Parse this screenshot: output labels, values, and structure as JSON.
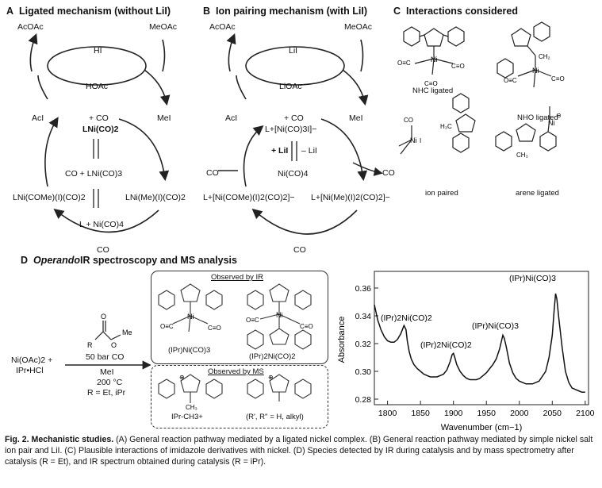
{
  "panelA": {
    "letter": "A",
    "title": "Ligated mechanism (without LiI)",
    "acoac": "AcOAc",
    "meoac": "MeOAc",
    "hi": "HI",
    "hoac": "HOAc",
    "aci": "AcI",
    "mei": "MeI",
    "plus_co": "+ CO",
    "lni_co2": "LNi(CO)2",
    "co_plus_lni_co3": "CO + LNi(CO)3",
    "lni_come": "LNi(COMe)(I)(CO)2",
    "lni_me": "LNi(Me)(I)(CO)2",
    "l_plus_ni_co4": "L + Ni(CO)4",
    "co_bottom": "CO"
  },
  "panelB": {
    "letter": "B",
    "title": "Ion pairing mechanism (with LiI)",
    "acoac": "AcOAc",
    "meoac": "MeOAc",
    "lii": "LiI",
    "lioac": "LiOAc",
    "aci": "AcI",
    "mei": "MeI",
    "plus_co": "+ CO",
    "lni_ion": "L+[Ni(CO)3I]−",
    "plus_lii": "+ LiI",
    "minus_lii": "– LiI",
    "ni_co4": "Ni(CO)4",
    "co_left": "CO",
    "co_right": "CO",
    "left_complex": "L+[Ni(COMe)(I)2(CO)2]−",
    "right_complex": "L+[Ni(Me)(I)2(CO)2]−",
    "co_bottom": "CO"
  },
  "panelC": {
    "letter": "C",
    "title": "Interactions considered",
    "nhc": "NHC ligated",
    "nho": "NHO ligated",
    "ion": "ion paired",
    "arene": "arene ligated"
  },
  "panelD": {
    "letter": "D",
    "title_italic": "Operando",
    "title_rest": " IR spectroscopy and MS analysis",
    "reactant1": "Ni(OAc)2 +",
    "reactant2": "IPr•HCl",
    "cond1": "50 bar CO",
    "cond2": "MeI",
    "cond3": "200 °C",
    "cond4": "R = Et, iPr",
    "observed_ir": "Observed by IR",
    "observed_ms": "Observed by MS",
    "ipr_ni_co3": "(IPr)Ni(CO)3",
    "ipr2_ni_co2": "(IPr)2Ni(CO)2",
    "ipr_ch3": "IPr-CH3+",
    "ralkyl": "(R', R'' = H, alkyl)"
  },
  "caption": {
    "fig": "Fig. 2. Mechanistic studies.",
    "text": " (A) General reaction pathway mediated by a ligated nickel complex. (B) General reaction pathway mediated by simple nickel salt ion pair and LiI. (C) Plausible interactions of imidazole derivatives with nickel. (D) Species detected by IR during catalysis and by mass spectrometry after catalysis (R = Et), and IR spectrum obtained during catalysis (R = iPr)."
  },
  "chart_data": {
    "type": "line",
    "xlabel": "Wavenumber (cm−1)",
    "ylabel": "Absorbance",
    "xlim": [
      1780,
      2105
    ],
    "ylim": [
      0.276,
      0.372
    ],
    "xticks": [
      1800,
      1850,
      1900,
      1950,
      2000,
      2050,
      2100
    ],
    "yticks": [
      0.28,
      0.3,
      0.32,
      0.34,
      0.36
    ],
    "series": [
      {
        "x": [
          1780,
          1785,
          1790,
          1795,
          1800,
          1805,
          1810,
          1815,
          1820,
          1825,
          1828,
          1830,
          1833,
          1836,
          1840,
          1845,
          1850,
          1855,
          1860,
          1865,
          1870,
          1875,
          1880,
          1885,
          1890,
          1895,
          1898,
          1900,
          1902,
          1905,
          1910,
          1915,
          1920,
          1925,
          1930,
          1935,
          1940,
          1945,
          1950,
          1955,
          1960,
          1965,
          1970,
          1973,
          1975,
          1977,
          1980,
          1985,
          1990,
          1995,
          2000,
          2010,
          2020,
          2030,
          2040,
          2045,
          2050,
          2053,
          2055,
          2057,
          2060,
          2065,
          2070,
          2075,
          2080,
          2085,
          2090,
          2095,
          2100
        ],
        "y": [
          0.348,
          0.337,
          0.33,
          0.325,
          0.322,
          0.321,
          0.321,
          0.323,
          0.327,
          0.333,
          0.33,
          0.322,
          0.314,
          0.309,
          0.305,
          0.302,
          0.3,
          0.298,
          0.297,
          0.296,
          0.296,
          0.296,
          0.297,
          0.298,
          0.301,
          0.307,
          0.312,
          0.313,
          0.31,
          0.305,
          0.3,
          0.297,
          0.295,
          0.294,
          0.294,
          0.294,
          0.295,
          0.297,
          0.299,
          0.302,
          0.305,
          0.309,
          0.316,
          0.322,
          0.326,
          0.324,
          0.318,
          0.306,
          0.299,
          0.295,
          0.293,
          0.291,
          0.291,
          0.293,
          0.3,
          0.31,
          0.326,
          0.345,
          0.356,
          0.352,
          0.338,
          0.317,
          0.3,
          0.292,
          0.288,
          0.287,
          0.286,
          0.285,
          0.285
        ]
      }
    ],
    "annotations": [
      "(IPr)2Ni(CO)2",
      "(IPr)2Ni(CO)2",
      "(IPr)Ni(CO)3",
      "(IPr)Ni(CO)3"
    ]
  }
}
